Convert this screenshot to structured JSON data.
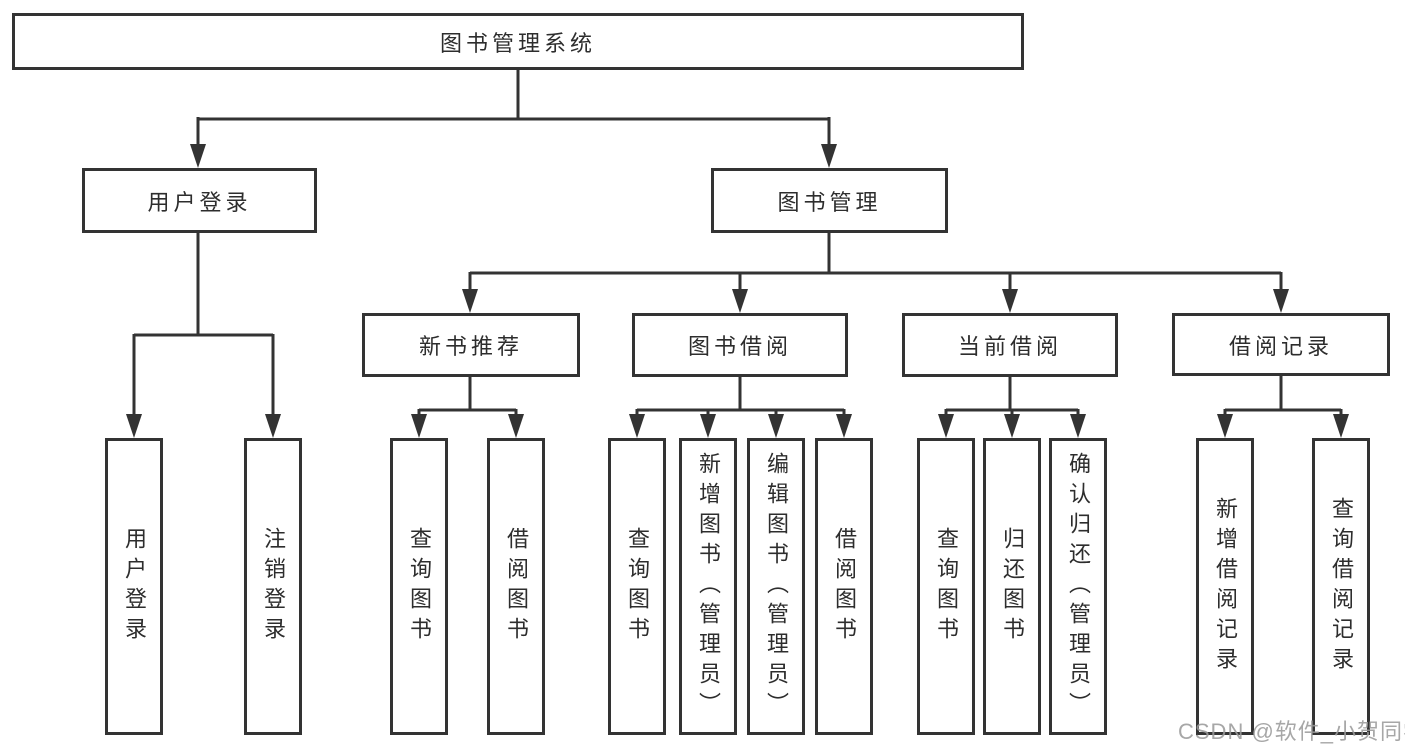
{
  "title": "图书管理系统",
  "tree": {
    "root": "图书管理系统",
    "user_login": {
      "label": "用户登录",
      "children": [
        "用户登录",
        "注销登录"
      ]
    },
    "book_mgmt": {
      "label": "图书管理"
    },
    "new_book_rec": {
      "label": "新书推荐",
      "children": [
        "查询图书",
        "借阅图书"
      ]
    },
    "book_borrow": {
      "label": "图书借阅",
      "children": [
        "查询图书",
        "新增图书（管理员）",
        "编辑图书（管理员）",
        "借阅图书"
      ]
    },
    "current_borrow": {
      "label": "当前借阅",
      "children": [
        "查询图书",
        "归还图书",
        "确认归还（管理员）"
      ]
    },
    "borrow_records": {
      "label": "借阅记录",
      "children": [
        "新增借阅记录",
        "查询借阅记录"
      ]
    },
    "watermark": "CSDN @软件_小贺同学"
  },
  "colors": {
    "line": "#333333",
    "box_border": "#333333",
    "box_fill": "#ffffff",
    "text": "#2d2d2d",
    "watermark": "#9b9b9b",
    "background": "#ffffff"
  }
}
